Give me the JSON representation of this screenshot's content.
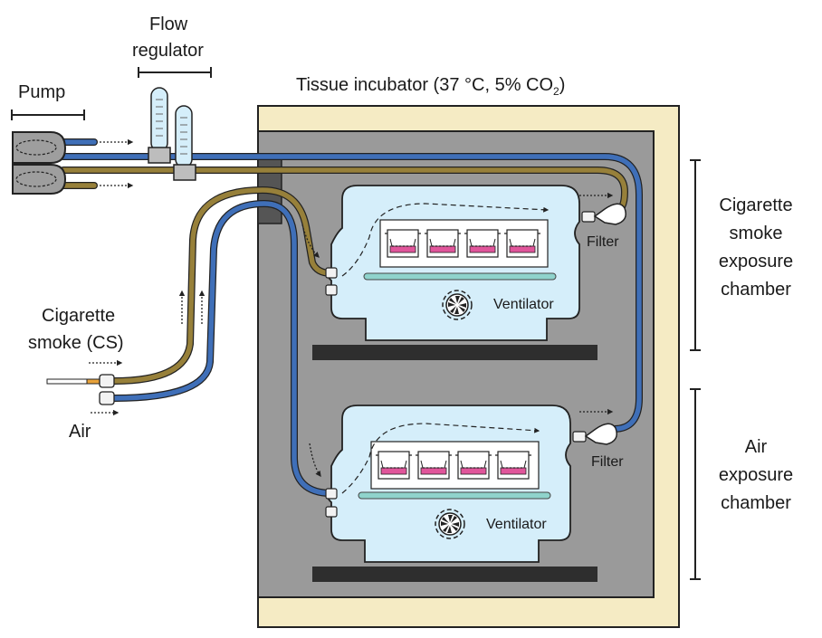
{
  "labels": {
    "pump": "Pump",
    "flow_regulator_line1": "Flow",
    "flow_regulator_line2": "regulator",
    "incubator_prefix": "Tissue incubator (37 °C, 5% CO",
    "incubator_sub": "2",
    "incubator_suffix": ")",
    "cs_chamber_line1": "Cigarette",
    "cs_chamber_line2": "smoke",
    "cs_chamber_line3": "exposure",
    "cs_chamber_line4": "chamber",
    "air_chamber_line1": "Air",
    "air_chamber_line2": "exposure",
    "air_chamber_line3": "chamber",
    "cigarette_smoke_line1": "Cigarette",
    "cigarette_smoke_line2": "smoke (CS)",
    "air": "Air",
    "filter_top": "Filter",
    "filter_bottom": "Filter",
    "ventilator_top": "Ventilator",
    "ventilator_bottom": "Ventilator"
  },
  "colors": {
    "incubator_outer": "#f5ebc4",
    "incubator_inner": "#9a9a9a",
    "chamber_fill": "#d5eefa",
    "blue_tube": "#3f6fb8",
    "olive_tube": "#97803a",
    "shelf": "#2e2e2e",
    "well_medium": "#e0559a"
  }
}
